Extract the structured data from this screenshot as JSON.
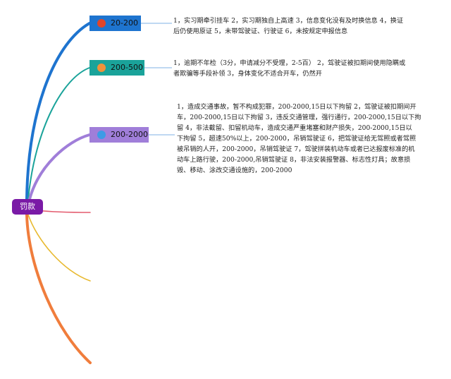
{
  "root": {
    "label": "罚款",
    "color": "#7a1aa6"
  },
  "branches": [
    {
      "label": "20-200",
      "color": "#1e74cf",
      "dot_color": "#e2452a",
      "note": "1，实习期牵引挂车 2，实习期独自上高速 3，信息变化没有及时换信息 4，换证\n后仍使用原证 5，未带驾驶证、行驶证 6，未按规定申报信息"
    },
    {
      "label": "200-500",
      "color": "#1aa39a",
      "dot_color": "#f0923a",
      "note": "1，逾期不年检（3分，申请减分不受理，2-5百） 2，驾驶证被扣期间使用隐瞒或\n者欺骗等手段补领 3，身体变化不适合开车，仍然开"
    },
    {
      "label": "200-2000",
      "color": "#a07ed9",
      "dot_color": "#3d9be6",
      "note": "1，造成交通事故，暂不构成犯罪，200-2000,15日以下拘留 2，驾驶证被扣期间开\n车，200-2000,15日以下拘留 3，违反交通管理，强行通行，200-2000,15日以下拘\n留 4，非法截留、扣留机动车，造成交通严重堵塞和财产损失，200-2000,15日以\n下拘留 5，超速50%以上，200-2000，吊销驾驶证 6，把驾驶证给无驾照或者驾照\n被吊销的人开，200-2000，吊销驾驶证 7，驾驶拼装机动车或者已达报废标准的机\n动车上路行驶，200-2000,吊销驾驶证 8，非法安装报警器、标志性灯具；故意损\n毁、移动、涂改交通设施的，200-2000"
    },
    {
      "label": "",
      "color": "#e35b6e"
    },
    {
      "label": "",
      "color": "#e8b92f"
    },
    {
      "label": "",
      "color": "#f07d3c"
    }
  ]
}
